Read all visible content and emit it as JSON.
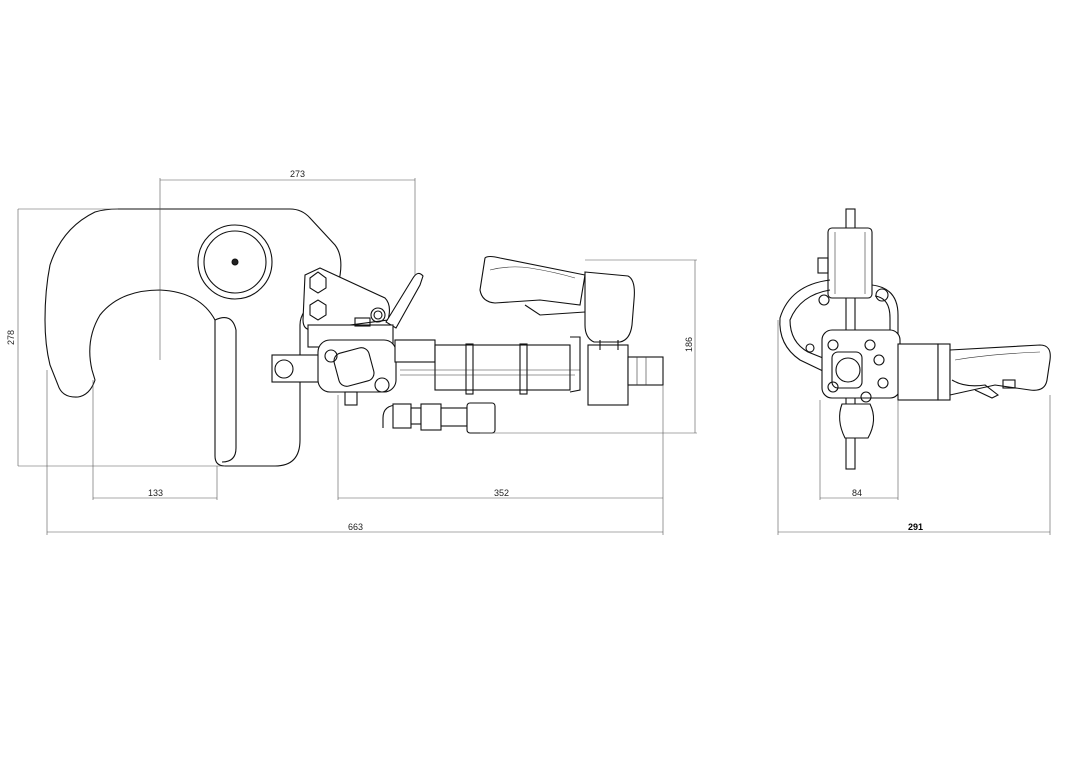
{
  "dimensions": {
    "side_view": {
      "height_overall": "278",
      "jaw_center_to_lever": "273",
      "jaw_opening": "133",
      "body_to_end": "352",
      "overall_length": "663",
      "handle_height": "186"
    },
    "front_view": {
      "body_width": "84",
      "overall_width": "291"
    }
  },
  "colors": {
    "line": "#111111",
    "dimension": "#555555",
    "background": "#ffffff"
  }
}
